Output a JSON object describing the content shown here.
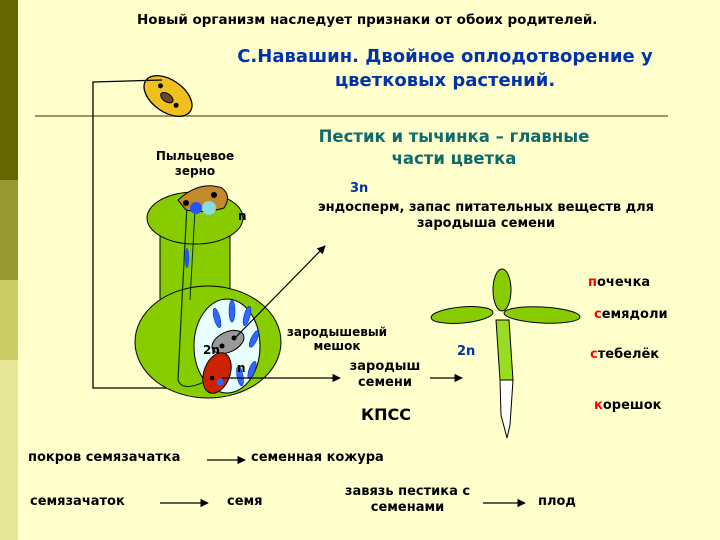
{
  "header": {
    "line1": "Новый организм наследует признаки от обоих родителей.",
    "title_l1": "С.Навашин. Двойное оплодотворение у",
    "title_l2": "цветковых растений."
  },
  "subtitle": {
    "l1": "Пестик и тычинка – главные",
    "l2": "части цветка"
  },
  "labels": {
    "pollen_l1": "Пыльцевое",
    "pollen_l2": "зерно",
    "n_top": "n",
    "three_n": "3n",
    "endosperm_l1": "эндосперм, запас питательных веществ для",
    "endosperm_l2": "зародыша семени",
    "embryo_sac_l1": "зародышевый",
    "embryo_sac_l2": "мешок",
    "two_n_ovule": "2n",
    "n_ovule": "n",
    "embryo_l1": "зародыш",
    "embryo_l2": "семени",
    "two_n_seedling": "2n",
    "kpss": "КПСС"
  },
  "seedling_parts": [
    {
      "first": "п",
      "rest": "очечка"
    },
    {
      "first": "с",
      "rest": "емядоли"
    },
    {
      "first": "с",
      "rest": "тебелёк"
    },
    {
      "first": "к",
      "rest": "орешок"
    }
  ],
  "transformations": {
    "integument": "покров семязачатка",
    "seed_coat": "семенная кожура",
    "ovule": "семязачаток",
    "seed": "семя",
    "ovary_l1": "завязь пестика с",
    "ovary_l2": "семенами",
    "fruit": "плод"
  },
  "colors": {
    "background": "#ffffcc",
    "stripes": [
      "#666600",
      "#999933",
      "#cccc66",
      "#e6e699"
    ],
    "green": "#88cc00",
    "pollen": "#f0c020",
    "text_teal": "#0e6b6b",
    "text_blue": "#0033aa",
    "accent_red": "#ff0000"
  }
}
